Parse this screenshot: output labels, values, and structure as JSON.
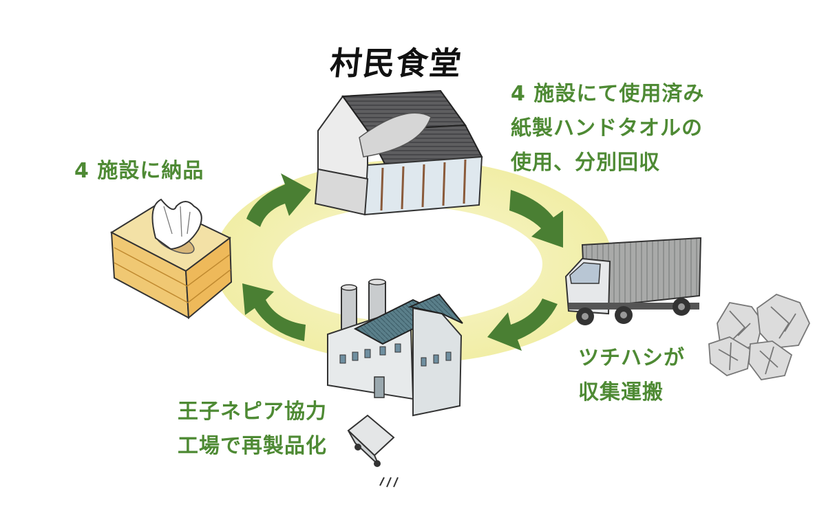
{
  "logo": {
    "text": "村民食堂"
  },
  "steps": {
    "collect_at_facilities": [
      "4 施設にて使用済み",
      "紙製ハンドタオルの",
      "使用、分別回収"
    ],
    "transport": [
      "ツチハシが",
      "収集運搬"
    ],
    "recycle_at_factory": [
      "王子ネピア協力",
      "工場で再製品化"
    ],
    "deliver_to_facilities": [
      "4 施設に納品"
    ]
  },
  "colors": {
    "accent_green": "#4e8a34",
    "arrow_green": "#4a7f33",
    "ring_yellow": "#f4f1b4"
  },
  "icons": [
    "restaurant-building-icon",
    "truck-icon",
    "paper-waste-icon",
    "factory-icon",
    "tissue-box-icon",
    "cycle-arrow-icon"
  ]
}
